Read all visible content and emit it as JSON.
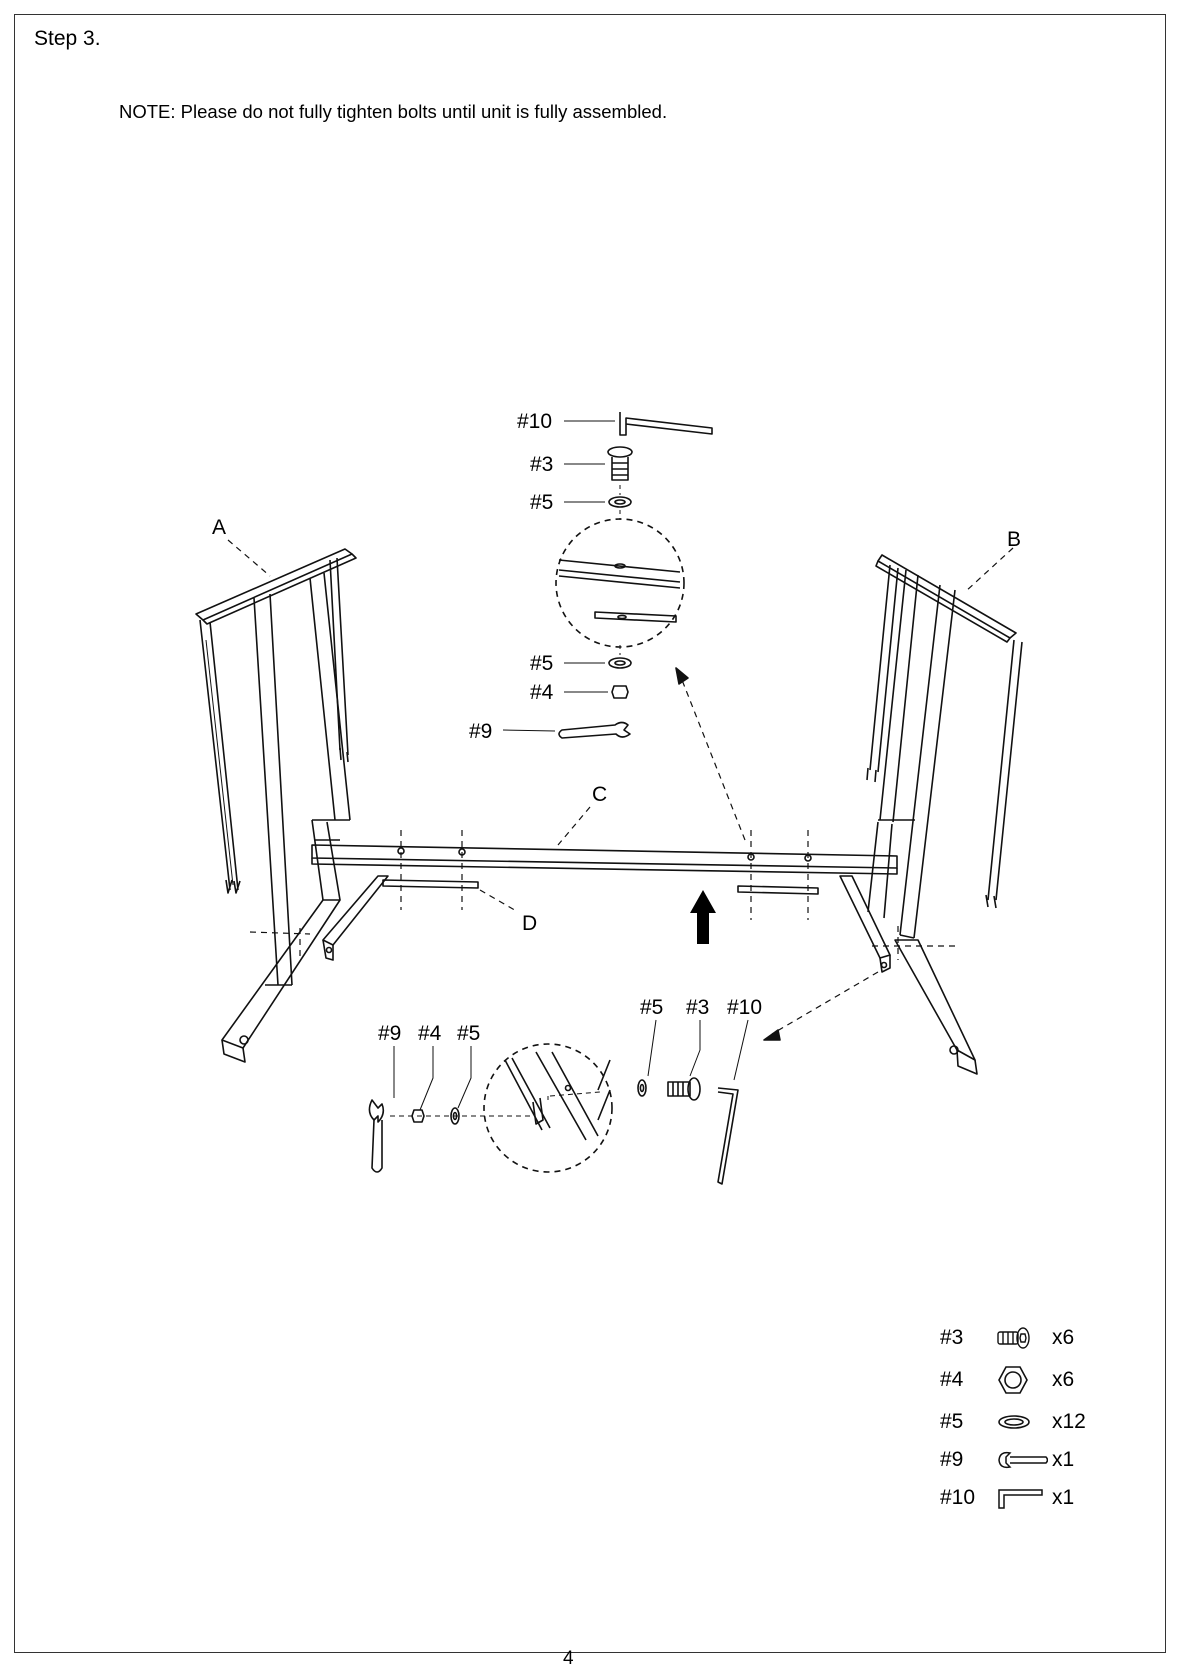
{
  "step_title": "Step 3.",
  "note": "NOTE: Please do not fully tighten bolts until unit is fully assembled.",
  "page_number": "4",
  "callouts": {
    "part_a": "A",
    "part_b": "B",
    "part_c": "C",
    "part_d": "D",
    "top_detail": {
      "hex_key": "#10",
      "bolt": "#3",
      "washer_top": "#5",
      "washer_bottom": "#5",
      "nut": "#4",
      "wrench": "#9"
    },
    "left_detail": {
      "wrench": "#9",
      "nut": "#4",
      "washer": "#5"
    },
    "right_detail": {
      "washer": "#5",
      "bolt": "#3",
      "hex_key": "#10"
    }
  },
  "parts_list": [
    {
      "id": "#3",
      "icon": "bolt-icon",
      "qty": "x6"
    },
    {
      "id": "#4",
      "icon": "nut-icon",
      "qty": "x6"
    },
    {
      "id": "#5",
      "icon": "washer-icon",
      "qty": "x12"
    },
    {
      "id": "#9",
      "icon": "wrench-icon",
      "qty": "x1"
    },
    {
      "id": "#10",
      "icon": "hex-key-icon",
      "qty": "x1"
    }
  ]
}
